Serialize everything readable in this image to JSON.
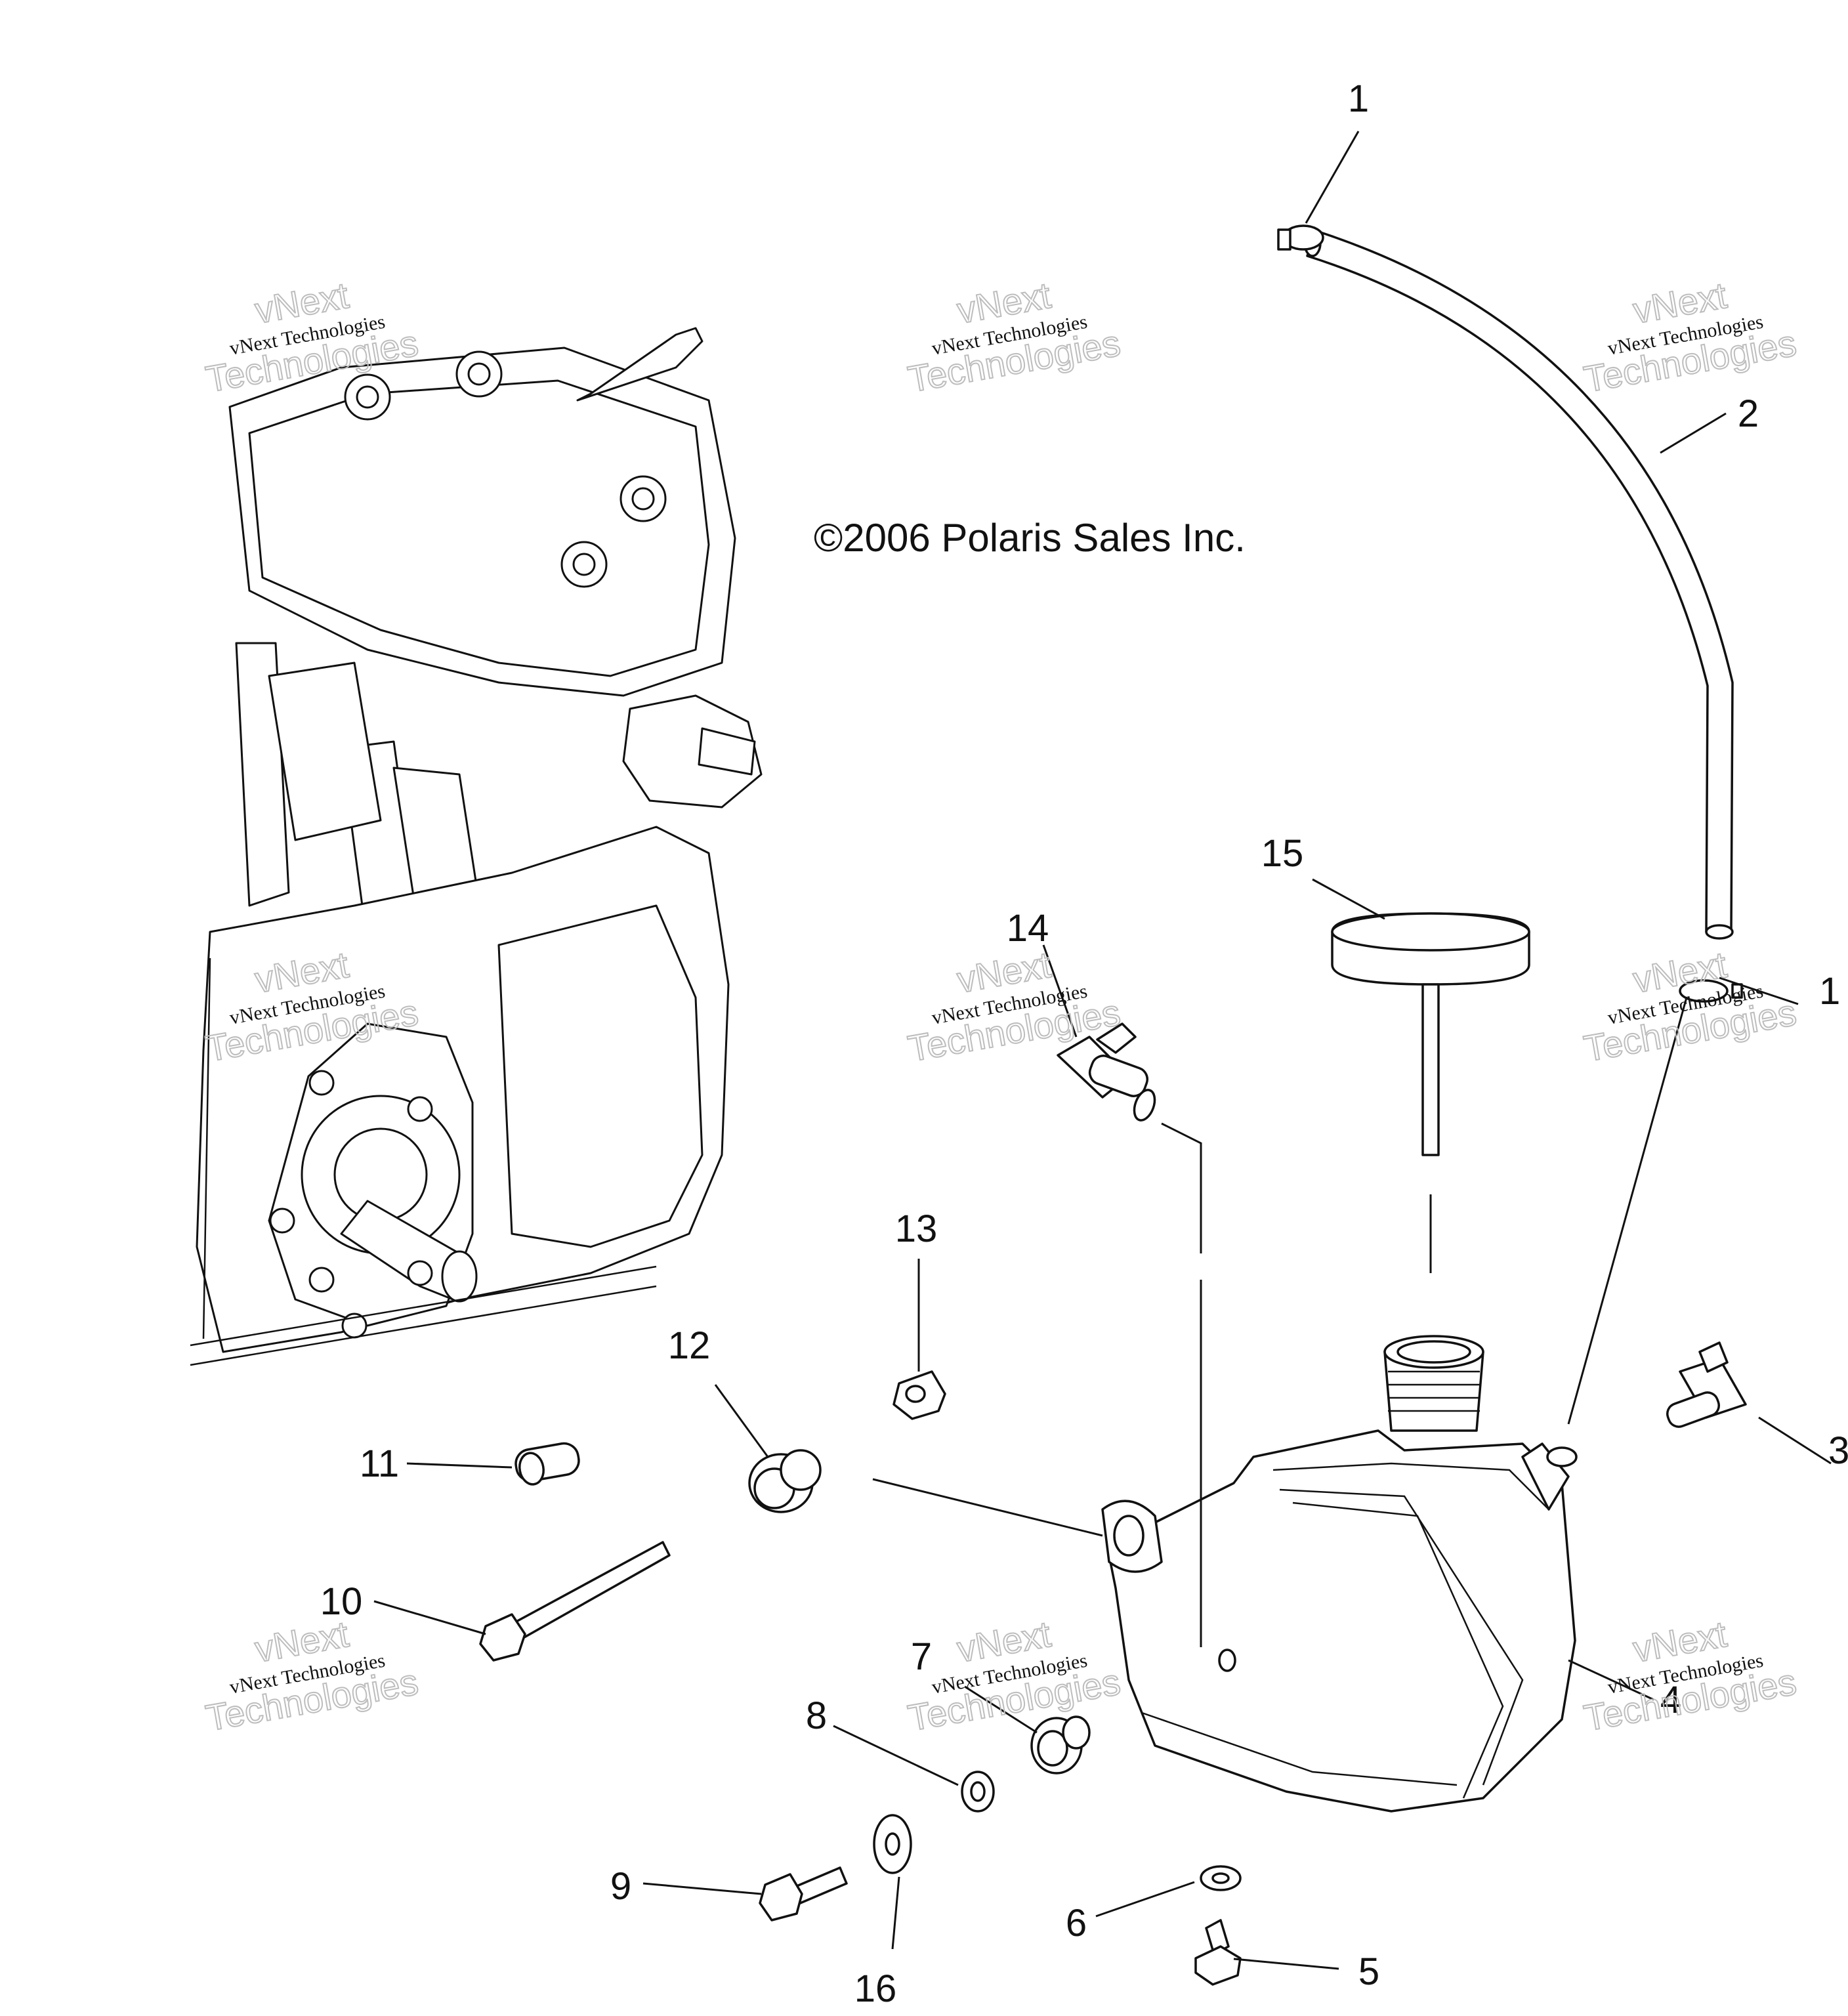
{
  "copyright": "©2006 Polaris Sales Inc.",
  "watermark": {
    "line1": "vNext Technologies",
    "ghost_top": "vNext",
    "ghost_bottom": "Technologies"
  },
  "callouts": [
    {
      "id": "1a",
      "label": "1"
    },
    {
      "id": "1b",
      "label": "1"
    },
    {
      "id": "2",
      "label": "2"
    },
    {
      "id": "3",
      "label": "3"
    },
    {
      "id": "4",
      "label": "4"
    },
    {
      "id": "5",
      "label": "5"
    },
    {
      "id": "6",
      "label": "6"
    },
    {
      "id": "7",
      "label": "7"
    },
    {
      "id": "8",
      "label": "8"
    },
    {
      "id": "9",
      "label": "9"
    },
    {
      "id": "10",
      "label": "10"
    },
    {
      "id": "11",
      "label": "11"
    },
    {
      "id": "12",
      "label": "12"
    },
    {
      "id": "13",
      "label": "13"
    },
    {
      "id": "14",
      "label": "14"
    },
    {
      "id": "15",
      "label": "15"
    },
    {
      "id": "16",
      "label": "16"
    }
  ],
  "colors": {
    "line": "#111111",
    "background": "#ffffff",
    "watermark_ghost": "#bdbdbd"
  }
}
